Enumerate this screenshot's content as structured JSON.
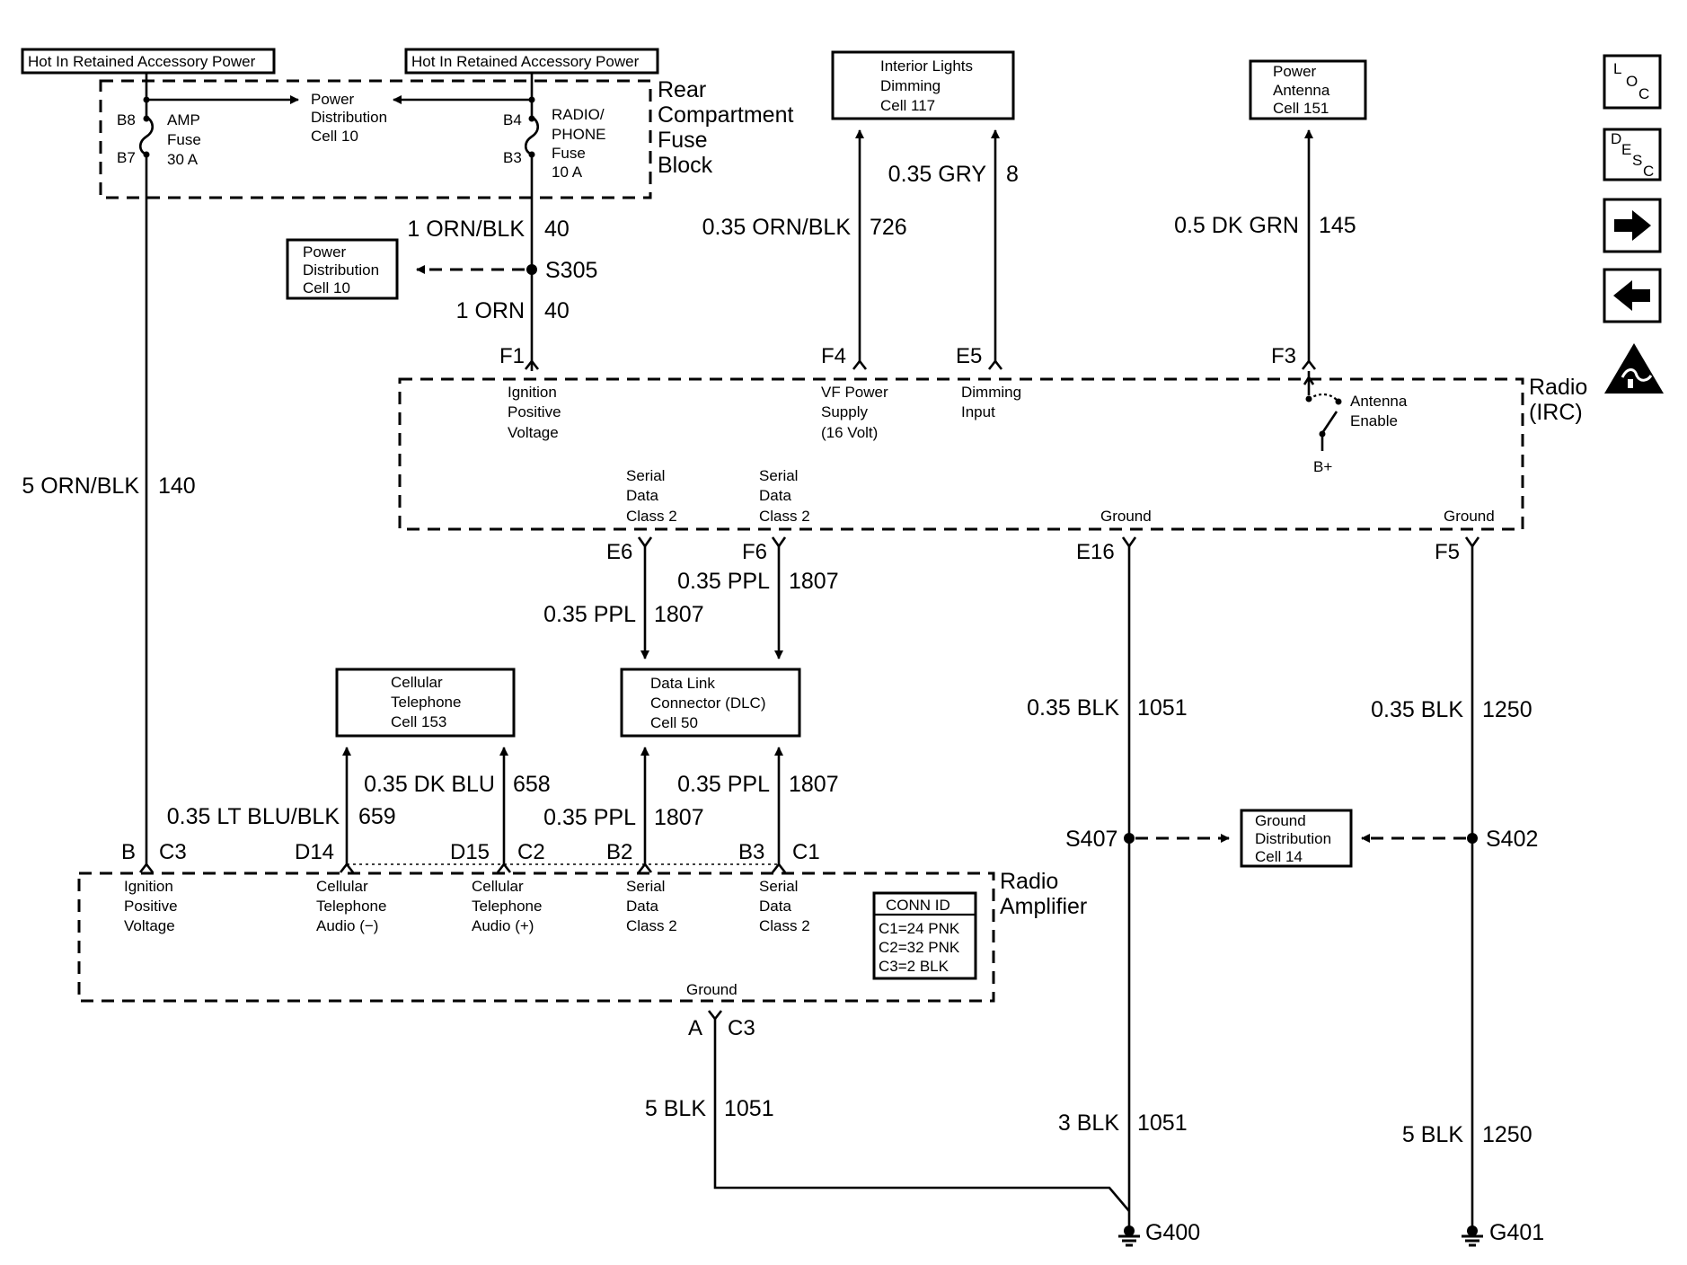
{
  "hot_labels": [
    "Hot In Retained Accessory Power",
    "Hot In Retained Accessory Power"
  ],
  "fuse_block": {
    "name": [
      "Rear",
      "Compartment",
      "Fuse",
      "Block"
    ],
    "amp_fuse": {
      "top_pin": "B8",
      "bottom_pin": "B7",
      "label": [
        "AMP",
        "Fuse",
        "30 A"
      ]
    },
    "radio_fuse": {
      "top_pin": "B4",
      "bottom_pin": "B3",
      "label": [
        "RADIO/",
        "PHONE",
        "Fuse",
        "10 A"
      ]
    },
    "power_distribution": [
      "Power",
      "Distribution",
      "Cell 10"
    ]
  },
  "refs": {
    "power_dist_left": [
      "Power",
      "Distribution",
      "Cell 10"
    ],
    "interior_lights": [
      "Interior Lights",
      "Dimming",
      "Cell 117"
    ],
    "power_antenna": [
      "Power",
      "Antenna",
      "Cell 151"
    ],
    "cellular": [
      "Cellular",
      "Telephone",
      "Cell 153"
    ],
    "dlc": [
      "Data Link",
      "Connector (DLC)",
      "Cell 50"
    ],
    "ground_dist": [
      "Ground",
      "Distribution",
      "Cell 14"
    ]
  },
  "splices": {
    "s305": "S305",
    "s407": "S407",
    "s402": "S402"
  },
  "grounds": {
    "g400": "G400",
    "g401": "G401"
  },
  "wires": {
    "w40_top": {
      "gauge": "1 ORN/BLK",
      "circuit": "40"
    },
    "w40_bot": {
      "gauge": "1 ORN",
      "circuit": "40"
    },
    "w140": {
      "gauge": "5 ORN/BLK",
      "circuit": "140"
    },
    "w726": {
      "gauge": "0.35 ORN/BLK",
      "circuit": "726"
    },
    "w8": {
      "gauge": "0.35 GRY",
      "circuit": "8"
    },
    "w145": {
      "gauge": "0.5 DK GRN",
      "circuit": "145"
    },
    "w1807_e6": {
      "gauge": "0.35 PPL",
      "circuit": "1807"
    },
    "w1807_f6": {
      "gauge": "0.35 PPL",
      "circuit": "1807"
    },
    "w1051_upper": {
      "gauge": "0.35 BLK",
      "circuit": "1051"
    },
    "w1250_upper": {
      "gauge": "0.35 BLK",
      "circuit": "1250"
    },
    "w659": {
      "gauge": "0.35 LT BLU/BLK",
      "circuit": "659"
    },
    "w658": {
      "gauge": "0.35 DK BLU",
      "circuit": "658"
    },
    "w1807_b2": {
      "gauge": "0.35 PPL",
      "circuit": "1807"
    },
    "w1807_b3": {
      "gauge": "0.35 PPL",
      "circuit": "1807"
    },
    "w1051_amp": {
      "gauge": "5 BLK",
      "circuit": "1051"
    },
    "w1051_lower": {
      "gauge": "3 BLK",
      "circuit": "1051"
    },
    "w1250_lower": {
      "gauge": "5 BLK",
      "circuit": "1250"
    }
  },
  "radio": {
    "name": [
      "Radio",
      "(IRC)"
    ],
    "pins": {
      "f1": "F1",
      "f4": "F4",
      "e5": "E5",
      "f3": "F3",
      "e6": "E6",
      "f6": "F6",
      "e16": "E16",
      "f5": "F5"
    },
    "inputs": {
      "ignition": [
        "Ignition",
        "Positive",
        "Voltage"
      ],
      "vf_power": [
        "VF Power",
        "Supply",
        "(16 Volt)"
      ],
      "dimming": [
        "Dimming",
        "Input"
      ],
      "antenna_enable": [
        "Antenna",
        "Enable"
      ],
      "b_plus": "B+",
      "serial1": [
        "Serial",
        "Data",
        "Class 2"
      ],
      "serial2": [
        "Serial",
        "Data",
        "Class 2"
      ],
      "ground1": "Ground",
      "ground2": "Ground"
    }
  },
  "amplifier": {
    "name": [
      "Radio",
      "Amplifier"
    ],
    "pins": {
      "b": "B",
      "c3": "C3",
      "d14": "D14",
      "d15": "D15",
      "c2": "C2",
      "b2": "B2",
      "b3": "B3",
      "c1": "C1",
      "a": "A",
      "c3g": "C3"
    },
    "inputs": {
      "ignition": [
        "Ignition",
        "Positive",
        "Voltage"
      ],
      "cell_neg": [
        "Cellular",
        "Telephone",
        "Audio (−)"
      ],
      "cell_pos": [
        "Cellular",
        "Telephone",
        "Audio (+)"
      ],
      "serial1": [
        "Serial",
        "Data",
        "Class 2"
      ],
      "serial2": [
        "Serial",
        "Data",
        "Class 2"
      ],
      "ground": "Ground"
    },
    "conn_id": {
      "title": "CONN ID",
      "rows": [
        "C1=24 PNK",
        "C2=32 PNK",
        "C3=2 BLK"
      ]
    }
  },
  "side_icons": {
    "loc": [
      "L",
      "O",
      "C"
    ],
    "desc": [
      "D",
      "E",
      "S",
      "C"
    ],
    "icons": [
      "loc-icon",
      "desc-icon",
      "arrow-right-icon",
      "arrow-left-icon",
      "esd-warning-icon"
    ]
  }
}
